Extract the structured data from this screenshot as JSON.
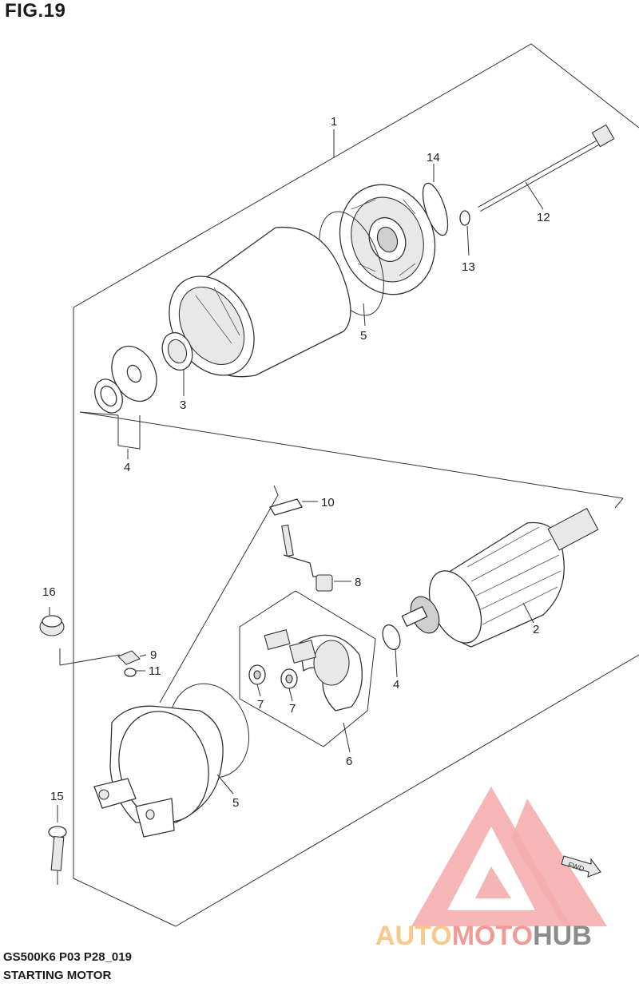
{
  "figure": {
    "title": "FIG.19",
    "catalog_code": "GS500K6 P03 P28_019",
    "subtitle": "STARTING MOTOR"
  },
  "callouts": {
    "c1": "1",
    "c2": "2",
    "c3": "3",
    "c4a": "4",
    "c4b": "4",
    "c5a": "5",
    "c5b": "5",
    "c6": "6",
    "c7a": "7",
    "c7b": "7",
    "c8": "8",
    "c9": "9",
    "c10": "10",
    "c11": "11",
    "c12": "12",
    "c13": "13",
    "c14": "14",
    "c15": "15",
    "c16": "16"
  },
  "direction_tag": "FWD",
  "watermark": {
    "part1": "AUTO",
    "part2": "MOTO",
    "part3": "HUB",
    "colors": {
      "auto": "#f7c98a",
      "moto": "#f29a95",
      "hub": "#8c8c8c",
      "triangle": "#f4a0a0"
    }
  }
}
